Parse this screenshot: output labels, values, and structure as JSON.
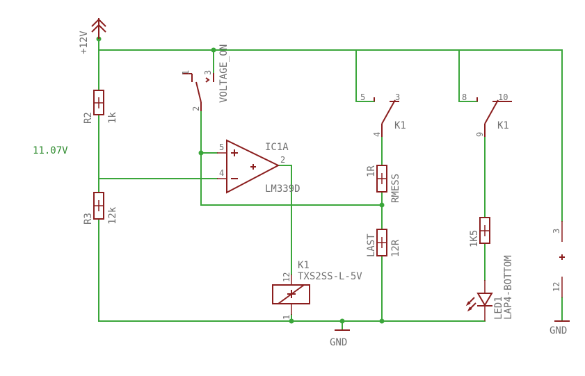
{
  "supply": {
    "label": "+12V"
  },
  "measurement": {
    "voltage": "11.07V"
  },
  "net_labels": {
    "voltage_on": "VOLTAGE_ON"
  },
  "ground": {
    "label_1": "GND",
    "label_2": "GND"
  },
  "resistors": {
    "r2": {
      "name": "R2",
      "value": "1k"
    },
    "r3": {
      "name": "R3",
      "value": "12k"
    },
    "rmess": {
      "name": "RMESS",
      "value": "1R"
    },
    "last": {
      "name": "LAST",
      "value": "12R"
    },
    "r_led": {
      "value": "1K5"
    }
  },
  "ic": {
    "name": "IC1A",
    "type": "LM339D",
    "pins": {
      "p5": "5",
      "p4": "4",
      "p2": "2"
    }
  },
  "switch_voltage_on": {
    "pins": {
      "p1": "1",
      "p2": "2",
      "p3": "3"
    }
  },
  "relay": {
    "coil_name": "K1",
    "coil_type": "TXS2SS-L-5V",
    "coil_pins": {
      "p12": "12",
      "p1": "1"
    },
    "contact_a": {
      "name": "K1",
      "p5": "5",
      "p3": "3",
      "p4": "4"
    },
    "contact_b": {
      "name": "K1",
      "p8": "8",
      "p10": "10",
      "p9": "9"
    },
    "supply_pins": {
      "p3": "3",
      "p12": "12"
    }
  },
  "led": {
    "name": "LED1",
    "type": "LAP4-BOTTOM"
  },
  "colors": {
    "wire": "#3aa63a",
    "component": "#8b1e1e",
    "label": "#707070",
    "measurement": "#2e8b2e"
  }
}
